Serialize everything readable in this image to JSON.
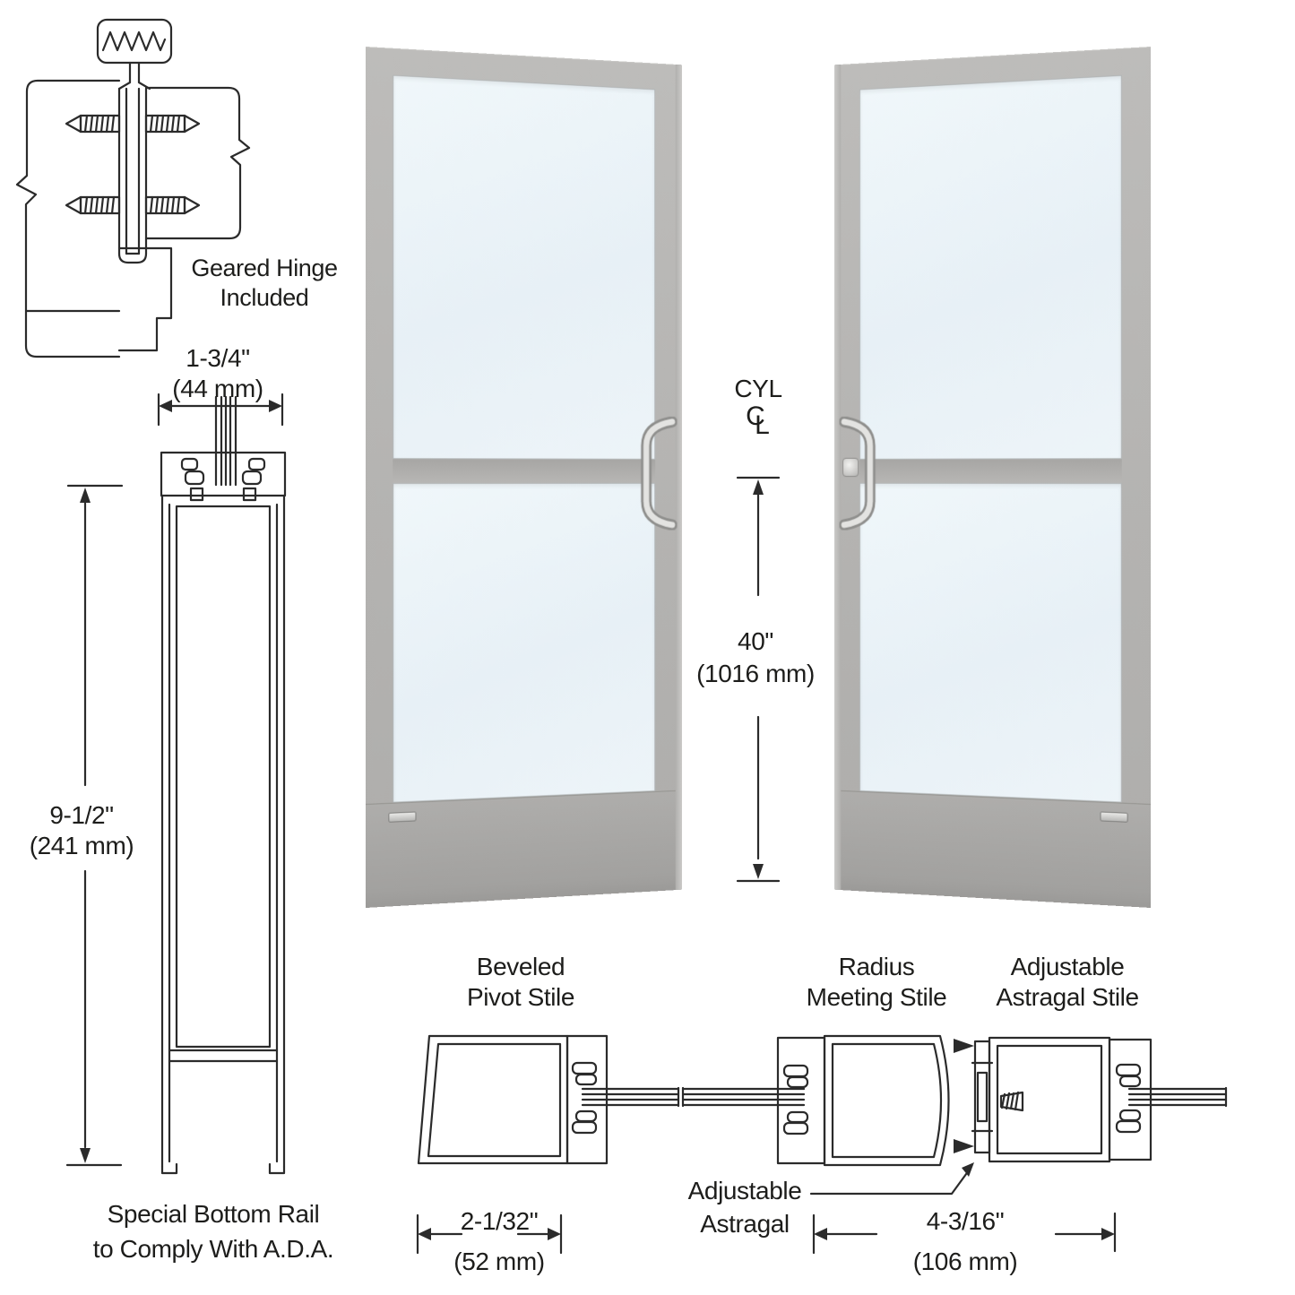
{
  "hinge": {
    "label_line1": "Geared Hinge",
    "label_line2": "Included"
  },
  "profile": {
    "width_dim_inches": "1-3/4\"",
    "width_dim_mm": "(44 mm)",
    "height_dim_inches": "9-1/2\"",
    "height_dim_mm": "(241 mm)",
    "caption_line1": "Special Bottom Rail",
    "caption_line2": "to Comply With A.D.A."
  },
  "doors": {
    "cyl_label": "CYL",
    "centerline_c": "C",
    "centerline_l": "L",
    "cyl_height_inches": "40\"",
    "cyl_height_mm": "(1016 mm)"
  },
  "stiles": {
    "pivot_label_line1": "Beveled",
    "pivot_label_line2": "Pivot Stile",
    "pivot_dim_inches": "2-1/32\"",
    "pivot_dim_mm": "(52 mm)",
    "meeting_label_line1": "Radius",
    "meeting_label_line2": "Meeting Stile",
    "astragal_stile_label_line1": "Adjustable",
    "astragal_stile_label_line2": "Astragal Stile",
    "astragal_label_line1": "Adjustable",
    "astragal_label_line2": "Astragal",
    "astragal_dim_inches": "4-3/16\"",
    "astragal_dim_mm": "(106 mm)"
  },
  "colors": {
    "frame": "#b5b4b2",
    "glass": "#ebf3f8",
    "line_art": "#2b2b2b",
    "handle": "#d9d9d8",
    "background": "#ffffff"
  }
}
